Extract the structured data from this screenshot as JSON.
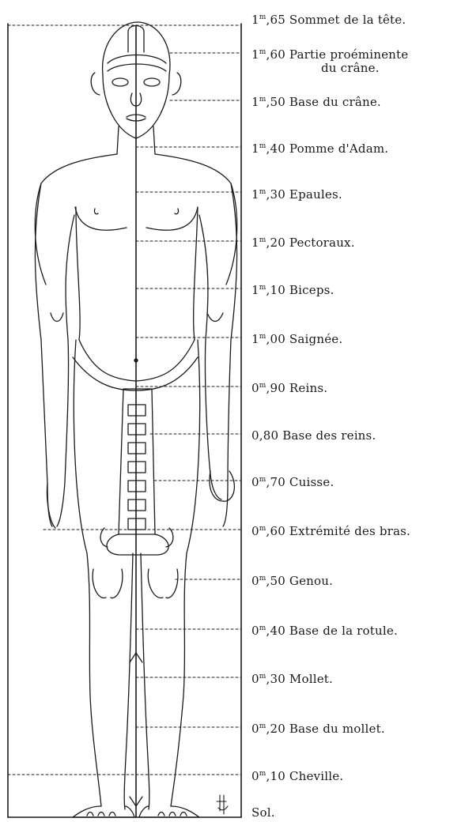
{
  "measurements": [
    {
      "value": "1",
      "unit": "m",
      "decimal": ",65",
      "label": "Sommet de la tête."
    },
    {
      "value": "1",
      "unit": "m",
      "decimal": ",60",
      "label": "Partie proéminente",
      "label_cont": "du crâne."
    },
    {
      "value": "1",
      "unit": "m",
      "decimal": ",50",
      "label": "Base du crâne."
    },
    {
      "value": "1",
      "unit": "m",
      "decimal": ",40",
      "label": "Pomme d'Adam."
    },
    {
      "value": "1",
      "unit": "m",
      "decimal": ",30",
      "label": "Epaules."
    },
    {
      "value": "1",
      "unit": "m",
      "decimal": ",20",
      "label": "Pectoraux."
    },
    {
      "value": "1",
      "unit": "m",
      "decimal": ",10",
      "label": "Biceps."
    },
    {
      "value": "1",
      "unit": "m",
      "decimal": ",00",
      "label": "Saignée."
    },
    {
      "value": "0",
      "unit": "m",
      "decimal": ",90",
      "label": "Reins."
    },
    {
      "value": "0",
      "unit": "",
      "decimal": ",80",
      "label": "Base des reins."
    },
    {
      "value": "0",
      "unit": "m",
      "decimal": ",70",
      "label": "Cuisse."
    },
    {
      "value": "0",
      "unit": "m",
      "decimal": ",60",
      "label": "Extrémité des bras."
    },
    {
      "value": "0",
      "unit": "m",
      "decimal": ",50",
      "label": "Genou."
    },
    {
      "value": "0",
      "unit": "m",
      "decimal": ",40",
      "label": "Base de la rotule."
    },
    {
      "value": "0",
      "unit": "m",
      "decimal": ",30",
      "label": "Mollet."
    },
    {
      "value": "0",
      "unit": "m",
      "decimal": ",20",
      "label": "Base du mollet."
    },
    {
      "value": "0",
      "unit": "m",
      "decimal": ",10",
      "label": "Cheville."
    },
    {
      "value": "",
      "unit": "",
      "decimal": "",
      "label": "Sol."
    }
  ],
  "figure": {
    "subject": "standing male figure with proportional height markers",
    "signature": "monogram"
  },
  "colors": {
    "ink": "#1a1a1a",
    "paper": "#ffffff"
  }
}
